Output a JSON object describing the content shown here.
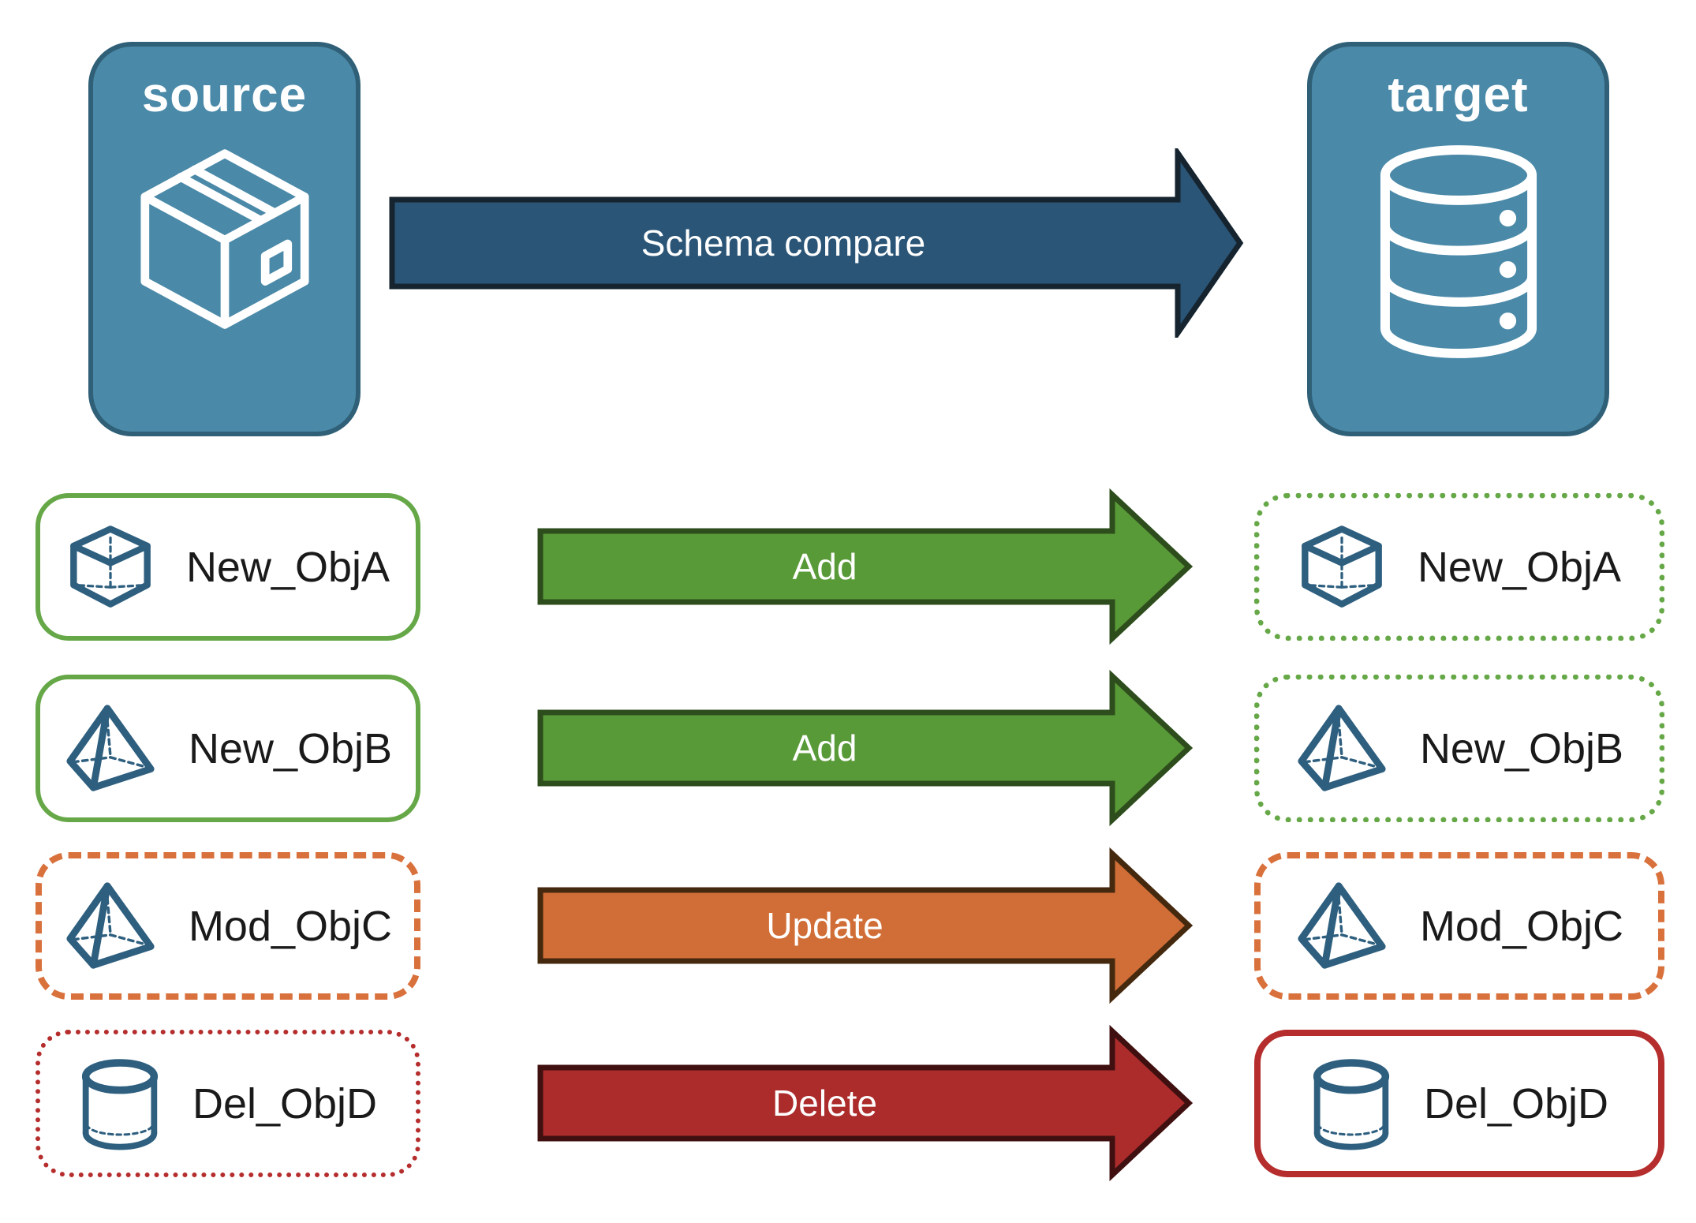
{
  "source_node": {
    "label": "source",
    "icon": "package-icon"
  },
  "target_node": {
    "label": "target",
    "icon": "database-icon"
  },
  "schema_arrow": {
    "label": "Schema compare"
  },
  "rows": [
    {
      "name": "New_ObjA",
      "icon": "cube-icon",
      "action": "Add",
      "source_style": "green-solid",
      "target_style": "green-dotted"
    },
    {
      "name": "New_ObjB",
      "icon": "pyramid-icon",
      "action": "Add",
      "source_style": "green-solid",
      "target_style": "green-dotted"
    },
    {
      "name": "Mod_ObjC",
      "icon": "pyramid-icon",
      "action": "Update",
      "source_style": "orange-dashed",
      "target_style": "orange-dashed"
    },
    {
      "name": "Del_ObjD",
      "icon": "cylinder-icon",
      "action": "Delete",
      "source_style": "red-dotted",
      "target_style": "red-solid"
    }
  ],
  "colors": {
    "node_fill": "#4A89A8",
    "node_border": "#2F6077",
    "node_icon_stroke": "#FFFFFF",
    "object_icon": "#2E5F7F",
    "schema_arrow_fill": "#2A5577",
    "schema_arrow_border": "#16242F",
    "add_fill": "#599A38",
    "add_border": "#2E4D1D",
    "update_fill": "#D16E37",
    "update_border": "#45290F",
    "delete_fill": "#AC2B2B",
    "delete_border": "#401010",
    "green_outline": "#66A848",
    "orange_outline": "#D9713C",
    "red_outline": "#B52D2D",
    "label_text": "#1A1A1A",
    "arrow_label_text": "#FFFFFF"
  }
}
